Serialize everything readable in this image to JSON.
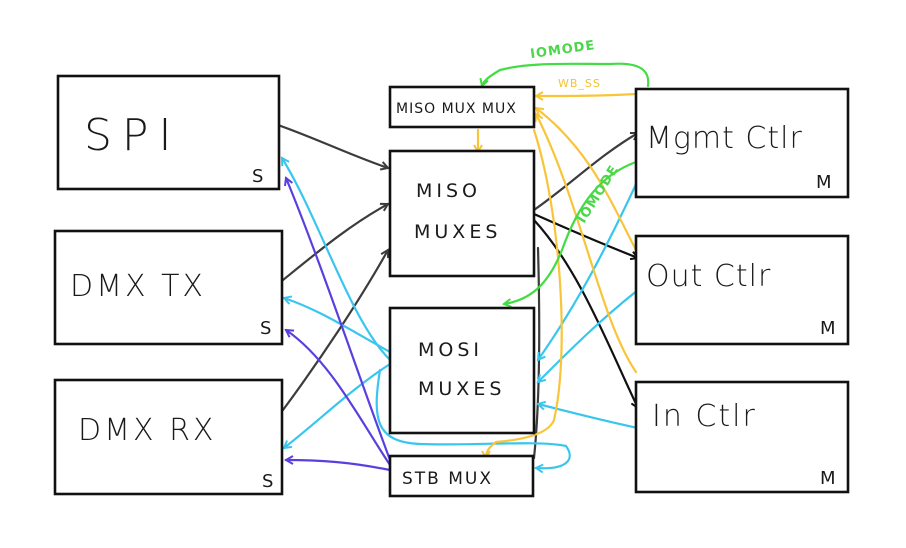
{
  "colors": {
    "dark": "#3c3c3c",
    "black": "#111111",
    "cyan": "#38c6ef",
    "purple": "#5a3fe0",
    "yellow": "#f8c53a",
    "green": "#43dc43"
  },
  "blocks": {
    "spi": {
      "label": "SPI",
      "role": "S"
    },
    "dmx_tx": {
      "label": "DMX TX",
      "role": "S"
    },
    "dmx_rx": {
      "label": "DMX RX",
      "role": "S"
    },
    "miso_mux_mux": {
      "label": "MISO MUX MUX"
    },
    "miso_muxes": {
      "line1": "MISO",
      "line2": "MUXES"
    },
    "mosi_muxes": {
      "line1": "MOSI",
      "line2": "MUXES"
    },
    "stb_mux": {
      "label": "STB MUX"
    },
    "mgmt_ctlr": {
      "label": "Mgmt Ctlr",
      "role": "M"
    },
    "out_ctlr": {
      "label": "Out Ctlr",
      "role": "M"
    },
    "in_ctlr": {
      "label": "In Ctlr",
      "role": "M"
    }
  },
  "annotations": {
    "iomode_top": "IOMODE",
    "wb_ss": "WB_SS",
    "iomode_diag": "IOMODE"
  }
}
